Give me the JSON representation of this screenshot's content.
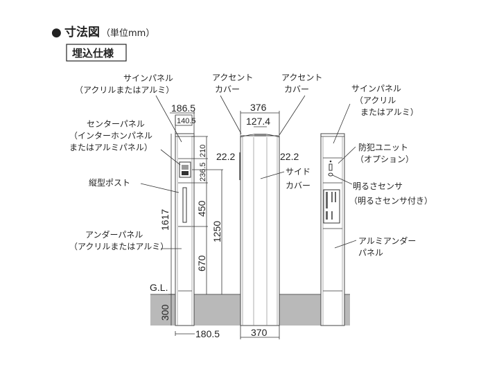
{
  "title": {
    "bullet": "●",
    "main": "寸法図",
    "unit": "（単位mm）"
  },
  "spec_label": "埋込仕様",
  "ground_label": "G.L.",
  "left_view": {
    "labels": {
      "sign_panel": [
        "サインパネル",
        "（アクリルまたはアルミ）"
      ],
      "center_panel": [
        "センターパネル",
        "（インターホンパネル",
        "またはアルミパネル）"
      ],
      "vertical_post": "縦型ポスト",
      "under_panel": [
        "アンダーパネル",
        "（アクリルまたはアルミ）"
      ]
    },
    "dims": {
      "top_outer": "186.5",
      "top_inner": "140.5",
      "total": "1617",
      "buried": "300",
      "bottom": "180.5",
      "d210": "210",
      "d236": "236.5",
      "d450": "450",
      "d670": "670",
      "d1250": "1250"
    }
  },
  "middle_view": {
    "labels": {
      "accent_left": [
        "アクセント",
        "カバー"
      ],
      "accent_right": [
        "アクセント",
        "カバー"
      ],
      "side_cover": [
        "サイド",
        "カバー"
      ]
    },
    "dims": {
      "top_outer": "376",
      "top_inner": "127.4",
      "left": "22.2",
      "right": "22.2",
      "bottom": "370"
    }
  },
  "right_view": {
    "labels": {
      "sign_panel": [
        "サインパネル",
        "（アクリル",
        "またはアルミ）"
      ],
      "security_unit": [
        "防犯ユニット",
        "（オプション）"
      ],
      "light_sensor": [
        "明るさセンサ",
        "（明るさセンサ付き）"
      ],
      "aluminum_under": [
        "アルミアンダー",
        "パネル"
      ]
    }
  },
  "colors": {
    "ground": "#b9b9b9",
    "line": "#333333"
  }
}
